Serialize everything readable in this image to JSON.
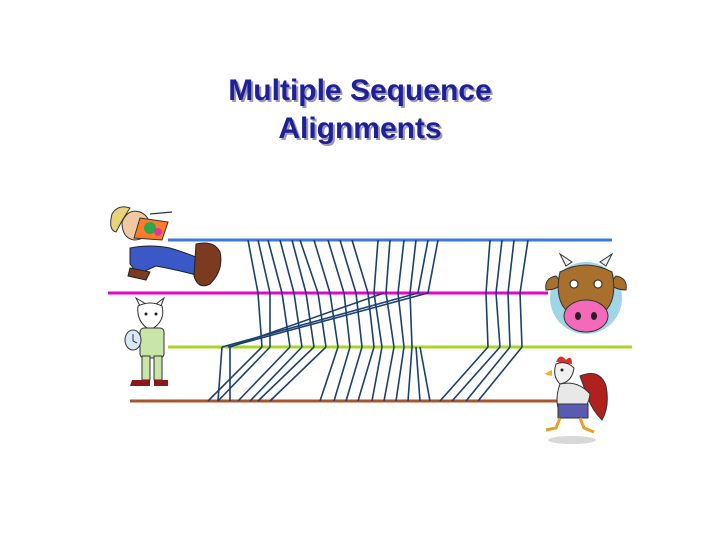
{
  "slide": {
    "title_line1": "Multiple Sequence",
    "title_line2": "Alignments"
  },
  "colors": {
    "title": "#1f1f99",
    "seq1_line": "#3a78e6",
    "seq2_line": "#ee00cc",
    "seq3_line": "#a8d42a",
    "seq4_line": "#a9542b",
    "connector": "#1b3f6e"
  },
  "sequences": [
    {
      "label": "hippie",
      "icon": "hippie-person-icon"
    },
    {
      "label": "dog",
      "icon": "dog-with-clock-icon"
    },
    {
      "label": "rooster",
      "icon": "rooster-icon"
    },
    {
      "label": "cow",
      "icon": "cow-face-icon"
    }
  ]
}
